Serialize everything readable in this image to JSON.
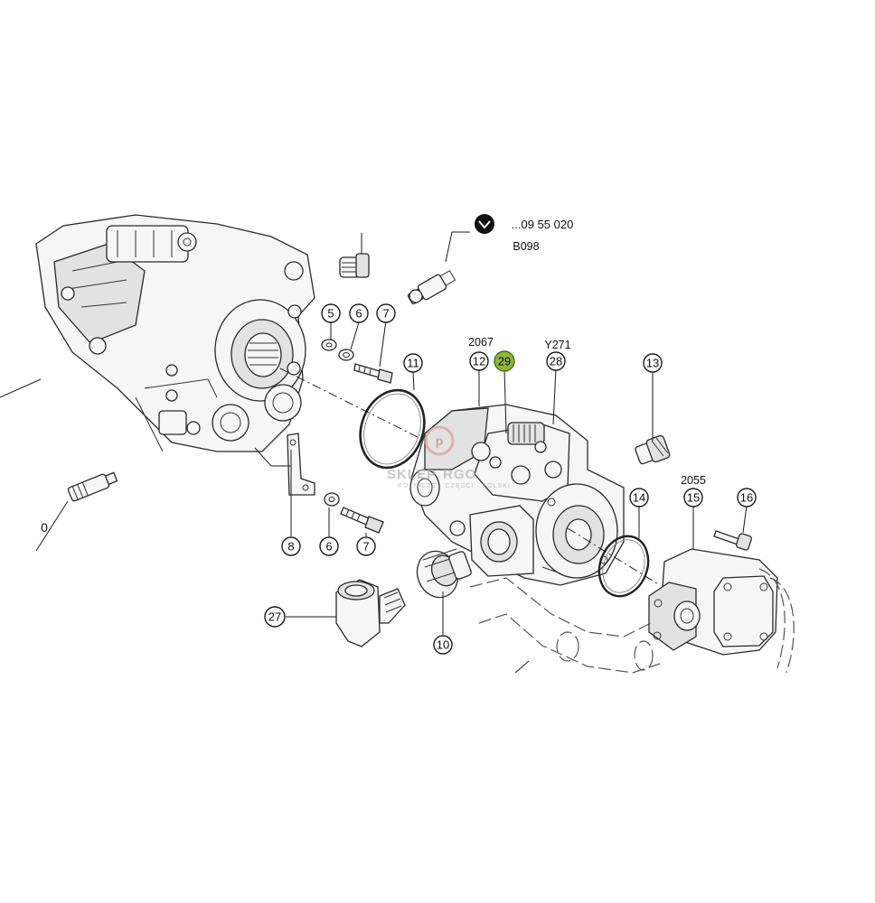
{
  "callouts": [
    {
      "number": "5",
      "highlight": false
    },
    {
      "number": "6",
      "highlight": false
    },
    {
      "number": "7",
      "highlight": false
    },
    {
      "number": "11",
      "highlight": false
    },
    {
      "number": "12",
      "highlight": false
    },
    {
      "number": "29",
      "highlight": true
    },
    {
      "number": "28",
      "highlight": false
    },
    {
      "number": "13",
      "highlight": false
    },
    {
      "number": "14",
      "highlight": false
    },
    {
      "number": "15",
      "highlight": false
    },
    {
      "number": "16",
      "highlight": false
    },
    {
      "number": "8",
      "highlight": false
    },
    {
      "number": "6",
      "highlight": false
    },
    {
      "number": "7",
      "highlight": false
    },
    {
      "number": "10",
      "highlight": false
    },
    {
      "number": "27",
      "highlight": false
    }
  ],
  "code_labels": {
    "ref_number": "...09 55 020",
    "b098": "B098",
    "c2067": "2067",
    "y271": "Y271",
    "c2055": "2055",
    "edge_zero": "0"
  },
  "watermark": {
    "text": "SKLEP",
    "text2": "RGO",
    "sub": "ROLNICZE · CZĘŚCI · POLSKI"
  },
  "colors": {
    "highlight": "#8db63c",
    "line": "#1a1a1a",
    "watermark": "#c33a2b"
  }
}
